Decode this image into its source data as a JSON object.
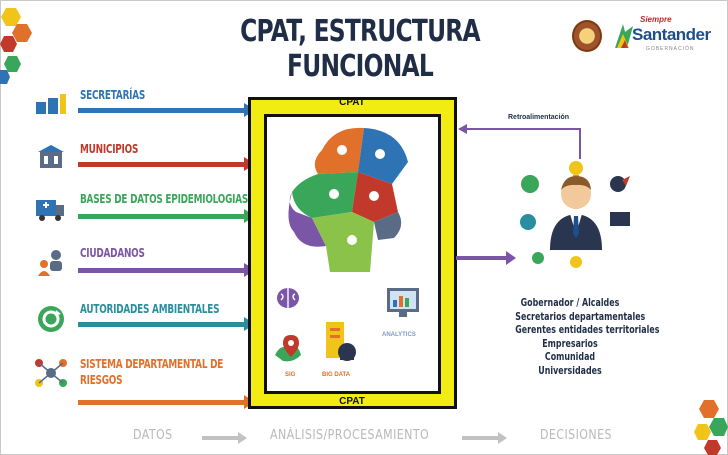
{
  "title": "CPAT, ESTRUCTURA FUNCIONAL",
  "brand": {
    "tagline": "Siempre",
    "name": "Santander",
    "subtitle": "GOBERNACIÓN",
    "logo_icon": "santander-logo-icon",
    "seal_icon": "gobernacion-seal-icon"
  },
  "inputs": [
    {
      "label": "SECRETARÍAS",
      "color": "#2e74b5",
      "icon": "buildings-icon"
    },
    {
      "label": "MUNICIPIOS",
      "color": "#c0392b",
      "icon": "town-hall-icon"
    },
    {
      "label": "BASES DE DATOS EPIDEMIOLOGIAS",
      "color": "#3aa65a",
      "icon": "ambulance-database-icon"
    },
    {
      "label": "CIUDADANOS",
      "color": "#7b55a6",
      "icon": "citizen-icon"
    },
    {
      "label": "AUTORIDADES AMBIENTALES",
      "color": "#2a8da0",
      "icon": "recycle-icon"
    },
    {
      "label": "SISTEMA DEPARTAMENTAL DE RIESGOS",
      "color": "#e0702a",
      "icon": "risk-network-icon"
    }
  ],
  "cpat": {
    "top_label": "CPAT",
    "bottom_label": "CPAT",
    "components": [
      {
        "label": "SIG",
        "icon": "map-pin-icon",
        "color": "#e0702a"
      },
      {
        "label": "BIG DATA",
        "icon": "big-data-icon",
        "color": "#e0702a"
      },
      {
        "label": "ANALYTICS",
        "icon": "analytics-monitor-icon",
        "color": "#7b9cc4"
      },
      {
        "label": "",
        "icon": "brain-icon",
        "color": "#7b55a6"
      }
    ],
    "head_icon": "puzzle-head-icon"
  },
  "feedback_label": "Retroalimentación",
  "decision_icon": "decision-maker-icon",
  "decision_makers": [
    "Gobernador / Alcaldes",
    "Secretarios departamentales",
    "Gerentes entidades territoriales",
    "Empresarios",
    "Comunidad",
    "Universidades"
  ],
  "footer": {
    "steps": [
      "DATOS",
      "ANÁLISIS/PROCESAMIENTO",
      "DECISIONES"
    ]
  }
}
